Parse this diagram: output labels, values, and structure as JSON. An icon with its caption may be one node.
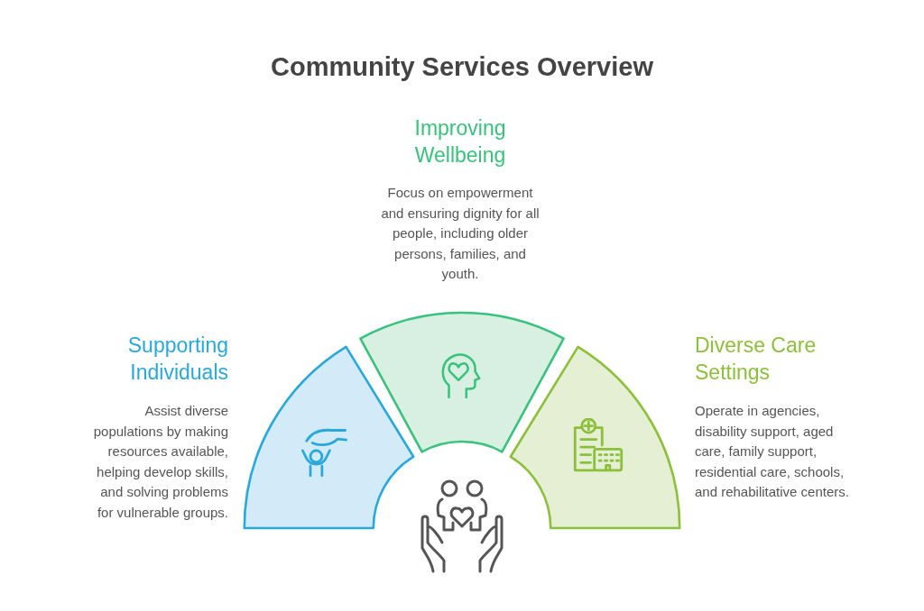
{
  "diagram": {
    "title": "Community Services Overview",
    "nodes": [
      {
        "text": [
          "Supporting Individuals",
          "Assist diverse populations by making resources available, helping develop skills, and solving problems for vulnerable groups."
        ]
      },
      {
        "text": [
          "Improving Wellbeing",
          "Focus on empowerment and ensuring dignity for all people, including older persons, families, and youth."
        ]
      },
      {
        "text": [
          "Diverse Care Settings",
          "Operate in agencies, disability support, aged care, family support, residential care, schools, and rehabilitative centers."
        ]
      }
    ]
  }
}
